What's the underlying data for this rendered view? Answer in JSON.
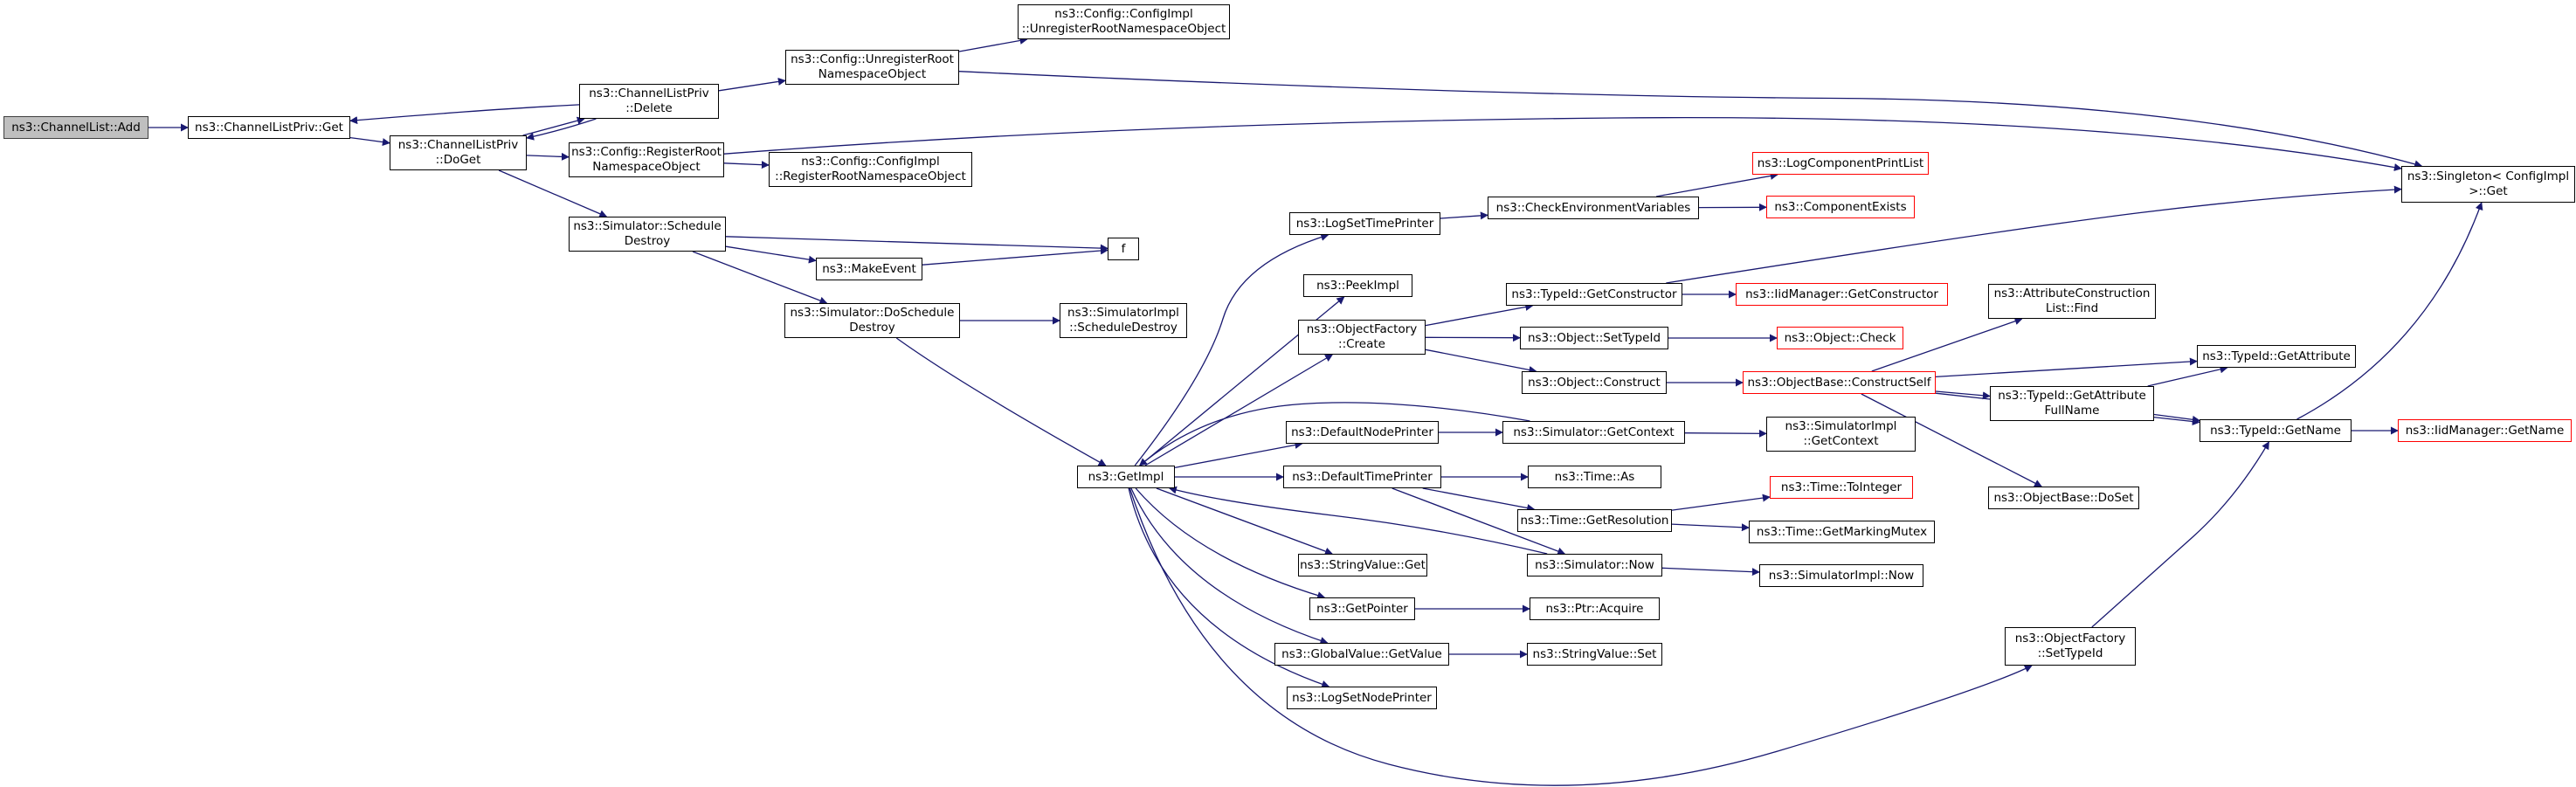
{
  "diagram": {
    "type": "call-graph",
    "edge_color": "#191970",
    "nodes": [
      {
        "id": "channellist_add",
        "label": "ns3::ChannelList::Add",
        "style": "root"
      },
      {
        "id": "clp_get",
        "label": "ns3::ChannelListPriv::Get",
        "style": "normal"
      },
      {
        "id": "clp_doget",
        "label": "ns3::ChannelListPriv\n::DoGet",
        "style": "normal"
      },
      {
        "id": "clp_delete",
        "label": "ns3::ChannelListPriv\n::Delete",
        "style": "normal"
      },
      {
        "id": "cfg_unregister",
        "label": "ns3::Config::UnregisterRoot\nNamespaceObject",
        "style": "normal"
      },
      {
        "id": "cfgimpl_unregister",
        "label": "ns3::Config::ConfigImpl\n::UnregisterRootNamespaceObject",
        "style": "normal"
      },
      {
        "id": "cfg_register",
        "label": "ns3::Config::RegisterRoot\nNamespaceObject",
        "style": "normal"
      },
      {
        "id": "cfgimpl_register",
        "label": "ns3::Config::ConfigImpl\n::RegisterRootNamespaceObject",
        "style": "normal"
      },
      {
        "id": "singleton_get",
        "label": "ns3::Singleton< ConfigImpl\n>::Get",
        "style": "normal"
      },
      {
        "id": "sim_schedule_destroy",
        "label": "ns3::Simulator::Schedule\nDestroy",
        "style": "normal"
      },
      {
        "id": "makeevent",
        "label": "ns3::MakeEvent",
        "style": "normal"
      },
      {
        "id": "f",
        "label": "f",
        "style": "normal"
      },
      {
        "id": "sim_doschedule_destroy",
        "label": "ns3::Simulator::DoSchedule\nDestroy",
        "style": "normal"
      },
      {
        "id": "simimpl_schedule_destroy",
        "label": "ns3::SimulatorImpl\n::ScheduleDestroy",
        "style": "normal"
      },
      {
        "id": "getimpl",
        "label": "ns3::GetImpl",
        "style": "normal"
      },
      {
        "id": "logsettimeprinter",
        "label": "ns3::LogSetTimePrinter",
        "style": "normal"
      },
      {
        "id": "checkenv",
        "label": "ns3::CheckEnvironmentVariables",
        "style": "normal"
      },
      {
        "id": "logcomponentprintlist",
        "label": "ns3::LogComponentPrintList",
        "style": "external"
      },
      {
        "id": "componentexists",
        "label": "ns3::ComponentExists",
        "style": "external"
      },
      {
        "id": "peekimpl",
        "label": "ns3::PeekImpl",
        "style": "normal"
      },
      {
        "id": "objfactory_create",
        "label": "ns3::ObjectFactory\n::Create",
        "style": "normal"
      },
      {
        "id": "typeid_getconstructor",
        "label": "ns3::TypeId::GetConstructor",
        "style": "normal"
      },
      {
        "id": "iidmanager_getconstructor",
        "label": "ns3::IidManager::GetConstructor",
        "style": "external"
      },
      {
        "id": "object_settypeid",
        "label": "ns3::Object::SetTypeId",
        "style": "normal"
      },
      {
        "id": "object_check",
        "label": "ns3::Object::Check",
        "style": "external"
      },
      {
        "id": "object_construct",
        "label": "ns3::Object::Construct",
        "style": "normal"
      },
      {
        "id": "objbase_constructself",
        "label": "ns3::ObjectBase::ConstructSelf",
        "style": "external"
      },
      {
        "id": "attrconstruction_find",
        "label": "ns3::AttributeConstruction\nList::Find",
        "style": "normal"
      },
      {
        "id": "typeid_getattribute",
        "label": "ns3::TypeId::GetAttribute",
        "style": "normal"
      },
      {
        "id": "typeid_getattrfullname",
        "label": "ns3::TypeId::GetAttribute\nFullName",
        "style": "normal"
      },
      {
        "id": "typeid_getname",
        "label": "ns3::TypeId::GetName",
        "style": "normal"
      },
      {
        "id": "iidmanager_getname",
        "label": "ns3::IidManager::GetName",
        "style": "external"
      },
      {
        "id": "objbase_doset",
        "label": "ns3::ObjectBase::DoSet",
        "style": "normal"
      },
      {
        "id": "defaultnodeprinter",
        "label": "ns3::DefaultNodePrinter",
        "style": "normal"
      },
      {
        "id": "sim_getcontext",
        "label": "ns3::Simulator::GetContext",
        "style": "normal"
      },
      {
        "id": "simimpl_getcontext",
        "label": "ns3::SimulatorImpl\n::GetContext",
        "style": "normal"
      },
      {
        "id": "defaulttimeprinter",
        "label": "ns3::DefaultTimePrinter",
        "style": "normal"
      },
      {
        "id": "time_as",
        "label": "ns3::Time::As",
        "style": "normal"
      },
      {
        "id": "time_getresolution",
        "label": "ns3::Time::GetResolution",
        "style": "normal"
      },
      {
        "id": "time_tointeger",
        "label": "ns3::Time::ToInteger",
        "style": "external"
      },
      {
        "id": "time_getmarkingmutex",
        "label": "ns3::Time::GetMarkingMutex",
        "style": "normal"
      },
      {
        "id": "sim_now",
        "label": "ns3::Simulator::Now",
        "style": "normal"
      },
      {
        "id": "simimpl_now",
        "label": "ns3::SimulatorImpl::Now",
        "style": "normal"
      },
      {
        "id": "stringvalue_get",
        "label": "ns3::StringValue::Get",
        "style": "normal"
      },
      {
        "id": "getpointer",
        "label": "ns3::GetPointer",
        "style": "normal"
      },
      {
        "id": "ptr_acquire",
        "label": "ns3::Ptr::Acquire",
        "style": "normal"
      },
      {
        "id": "globalvalue_getvalue",
        "label": "ns3::GlobalValue::GetValue",
        "style": "normal"
      },
      {
        "id": "stringvalue_set",
        "label": "ns3::StringValue::Set",
        "style": "normal"
      },
      {
        "id": "logsetnodeprinter",
        "label": "ns3::LogSetNodePrinter",
        "style": "normal"
      },
      {
        "id": "objfactory_settypeid",
        "label": "ns3::ObjectFactory\n::SetTypeId",
        "style": "normal"
      }
    ],
    "edges": [
      [
        "channellist_add",
        "clp_get"
      ],
      [
        "clp_get",
        "clp_doget"
      ],
      [
        "clp_doget",
        "clp_delete"
      ],
      [
        "clp_delete",
        "clp_get"
      ],
      [
        "clp_delete",
        "clp_doget"
      ],
      [
        "clp_delete",
        "cfg_unregister"
      ],
      [
        "cfg_unregister",
        "cfgimpl_unregister"
      ],
      [
        "cfg_unregister",
        "singleton_get"
      ],
      [
        "clp_doget",
        "cfg_register"
      ],
      [
        "cfg_register",
        "cfgimpl_register"
      ],
      [
        "cfg_register",
        "singleton_get"
      ],
      [
        "clp_doget",
        "sim_schedule_destroy"
      ],
      [
        "sim_schedule_destroy",
        "f"
      ],
      [
        "sim_schedule_destroy",
        "makeevent"
      ],
      [
        "makeevent",
        "f"
      ],
      [
        "sim_schedule_destroy",
        "sim_doschedule_destroy"
      ],
      [
        "sim_doschedule_destroy",
        "simimpl_schedule_destroy"
      ],
      [
        "sim_doschedule_destroy",
        "getimpl"
      ],
      [
        "getimpl",
        "logsettimeprinter"
      ],
      [
        "logsettimeprinter",
        "checkenv"
      ],
      [
        "checkenv",
        "logcomponentprintlist"
      ],
      [
        "checkenv",
        "componentexists"
      ],
      [
        "getimpl",
        "peekimpl"
      ],
      [
        "getimpl",
        "objfactory_create"
      ],
      [
        "objfactory_create",
        "typeid_getconstructor"
      ],
      [
        "typeid_getconstructor",
        "iidmanager_getconstructor"
      ],
      [
        "typeid_getconstructor",
        "singleton_get"
      ],
      [
        "objfactory_create",
        "object_settypeid"
      ],
      [
        "object_settypeid",
        "object_check"
      ],
      [
        "objfactory_create",
        "object_construct"
      ],
      [
        "object_construct",
        "objbase_constructself"
      ],
      [
        "objbase_constructself",
        "attrconstruction_find"
      ],
      [
        "objbase_constructself",
        "typeid_getattribute"
      ],
      [
        "objbase_constructself",
        "typeid_getattrfullname"
      ],
      [
        "objbase_constructself",
        "typeid_getname"
      ],
      [
        "objbase_constructself",
        "objbase_doset"
      ],
      [
        "typeid_getattrfullname",
        "typeid_getattribute"
      ],
      [
        "typeid_getattrfullname",
        "typeid_getname"
      ],
      [
        "typeid_getname",
        "iidmanager_getname"
      ],
      [
        "typeid_getname",
        "singleton_get"
      ],
      [
        "getimpl",
        "defaultnodeprinter"
      ],
      [
        "defaultnodeprinter",
        "sim_getcontext"
      ],
      [
        "sim_getcontext",
        "simimpl_getcontext"
      ],
      [
        "sim_getcontext",
        "getimpl"
      ],
      [
        "getimpl",
        "defaulttimeprinter"
      ],
      [
        "defaulttimeprinter",
        "time_as"
      ],
      [
        "defaulttimeprinter",
        "time_getresolution"
      ],
      [
        "defaulttimeprinter",
        "sim_now"
      ],
      [
        "time_getresolution",
        "time_tointeger"
      ],
      [
        "time_getresolution",
        "time_getmarkingmutex"
      ],
      [
        "sim_now",
        "simimpl_now"
      ],
      [
        "sim_now",
        "getimpl"
      ],
      [
        "getimpl",
        "stringvalue_get"
      ],
      [
        "getimpl",
        "getpointer"
      ],
      [
        "getpointer",
        "ptr_acquire"
      ],
      [
        "getimpl",
        "globalvalue_getvalue"
      ],
      [
        "globalvalue_getvalue",
        "stringvalue_set"
      ],
      [
        "getimpl",
        "logsetnodeprinter"
      ],
      [
        "getimpl",
        "objfactory_settypeid"
      ],
      [
        "objfactory_settypeid",
        "typeid_getname"
      ]
    ]
  }
}
